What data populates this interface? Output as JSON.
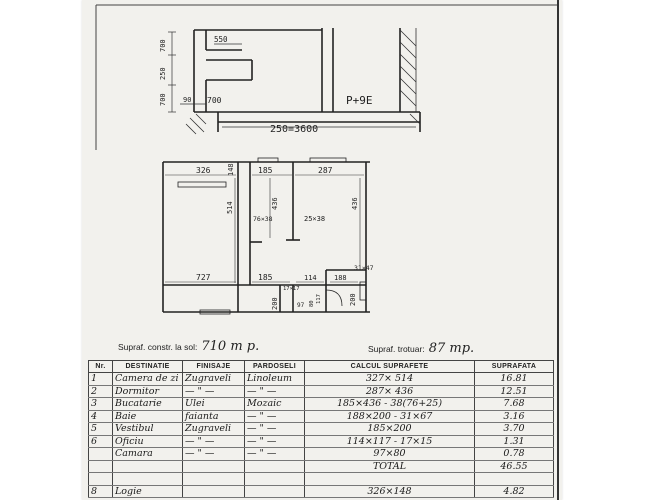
{
  "plan_top": {
    "dims": {
      "d550": "550",
      "d700a": "700",
      "d250": "250",
      "d700b": "700",
      "d90": "90",
      "d700c": "700",
      "d_width": "250=3600"
    },
    "label": "P+9E"
  },
  "plan_main": {
    "dims": {
      "d326": "326",
      "d148": "148",
      "d185a": "185",
      "d287": "287",
      "d514": "514",
      "d436a": "436",
      "d436b": "436",
      "d76x38": "76×38",
      "d25x38": "25×38",
      "d727": "727",
      "d185b": "185",
      "d114": "114",
      "d188": "188",
      "d31x47": "31×47",
      "d17x17": "17×17",
      "d97": "97",
      "d80": "80",
      "d117": "117",
      "d200a": "200",
      "d200b": "200"
    }
  },
  "surfaces": {
    "built_label": "Supraf. constr. la sol:",
    "built_value": "710 m p.",
    "sidewalk_label": "Supraf. trotuar:",
    "sidewalk_value": "87 mp."
  },
  "table": {
    "headers": [
      "Nr.",
      "DESTINATIE",
      "FINISAJE",
      "PARDOSELI",
      "CALCUL SUPRAFETE",
      "SUPRAFATA"
    ],
    "rows": [
      {
        "nr": "1",
        "dest": "Camera de zi",
        "fin": "Zugraveli",
        "pard": "Linoleum",
        "calc": "327× 514",
        "area": "16.81"
      },
      {
        "nr": "2",
        "dest": "Dormitor",
        "fin": "— \" —",
        "pard": "— \" —",
        "calc": "287× 436",
        "area": "12.51"
      },
      {
        "nr": "3",
        "dest": "Bucatarie",
        "fin": "Ulei",
        "pard": "Mozaic",
        "calc": "185×436 - 38(76+25)",
        "area": "7.68"
      },
      {
        "nr": "4",
        "dest": "Baie",
        "fin": "faianta",
        "pard": "— \" —",
        "calc": "188×200 - 31×67",
        "area": "3.16"
      },
      {
        "nr": "5",
        "dest": "Vestibul",
        "fin": "Zugraveli",
        "pard": "— \" —",
        "calc": "185×200",
        "area": "3.70"
      },
      {
        "nr": "6",
        "dest": "Oficiu",
        "fin": "— \" —",
        "pard": "— \" —",
        "calc": "114×117 - 17×15",
        "area": "1.31"
      },
      {
        "nr": "",
        "dest": "Camara",
        "fin": "— \" —",
        "pard": "— \" —",
        "calc": "97×80",
        "area": "0.78"
      },
      {
        "nr": "",
        "dest": "",
        "fin": "",
        "pard": "",
        "calc": "TOTAL",
        "area": "46.55"
      },
      {
        "nr": "",
        "dest": "",
        "fin": "",
        "pard": "",
        "calc": "",
        "area": ""
      },
      {
        "nr": "8",
        "dest": "Logie",
        "fin": "",
        "pard": "",
        "calc": "326×148",
        "area": "4.82"
      }
    ]
  }
}
